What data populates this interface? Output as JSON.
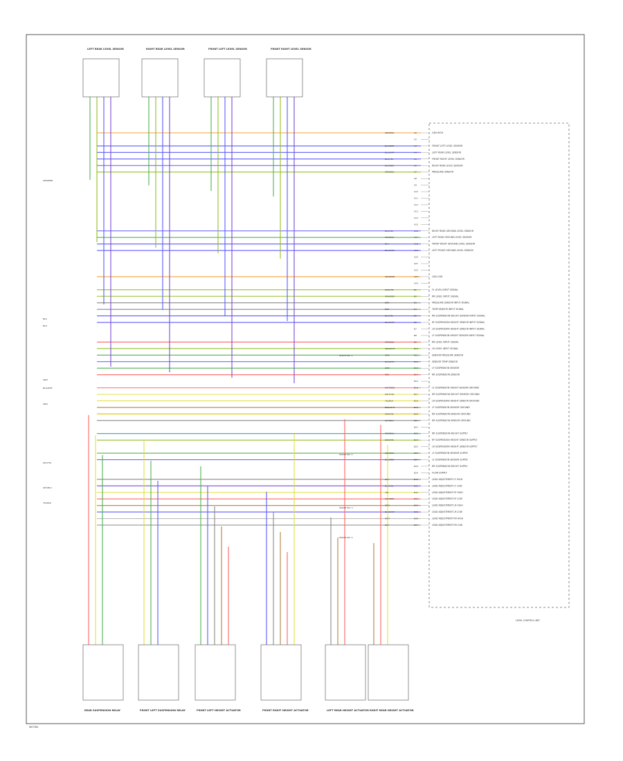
{
  "diagram": {
    "footer_code": "W07384",
    "module": {
      "name": "LEVEL CONTROL UNIT"
    },
    "top_components": [
      {
        "name": "LEFT REAR LEVEL SENSOR"
      },
      {
        "name": "RIGHT REAR LEVEL SENSOR"
      },
      {
        "name": "FRONT LEFT LEVEL SENSOR"
      },
      {
        "name": "FRONT RIGHT LEVEL SENSOR"
      }
    ],
    "bottom_components": [
      {
        "name": "REAR SUSPENSION RELAY"
      },
      {
        "name": "FRONT LEFT SUSPENSION RELAY"
      },
      {
        "name": "FRONT LEFT HEIGHT ACTUATOR"
      },
      {
        "name": "FRONT RIGHT HEIGHT ACTUATOR"
      },
      {
        "name": "LEFT REAR HEIGHT ACTUATOR"
      },
      {
        "name": "RIGHT REAR HEIGHT ACTUATOR"
      }
    ],
    "ecu_pins": [
      {
        "pin": "A1",
        "wire": "GRN/BLK",
        "function": "CAN HIGH",
        "color": "#f0a030"
      },
      {
        "pin": "A2",
        "wire": "",
        "function": "",
        "color": ""
      },
      {
        "pin": "A3",
        "wire": "BLU/BRN",
        "function": "FRONT LEFT LEVEL SENSOR",
        "color": "#5a5aff"
      },
      {
        "pin": "A4",
        "wire": "BLU/WHT",
        "function": "LEFT REAR LEVEL SENSOR",
        "color": "#5a5aff"
      },
      {
        "pin": "A5",
        "wire": "BLU/YEL",
        "function": "FRONT RIGHT LEVEL SENSOR",
        "color": "#5a5aff"
      },
      {
        "pin": "A6",
        "wire": "BLU/RED",
        "function": "RIGHT REAR LEVEL SENSOR",
        "color": "#5a5aff"
      },
      {
        "pin": "A7",
        "wire": "GRN/BLK",
        "function": "PRESSURE SENSOR",
        "color": "#90c020"
      },
      {
        "pin": "A8",
        "wire": "",
        "function": "",
        "color": ""
      },
      {
        "pin": "A9",
        "wire": "",
        "function": "",
        "color": ""
      },
      {
        "pin": "A10",
        "wire": "",
        "function": "",
        "color": ""
      },
      {
        "pin": "A11",
        "wire": "",
        "function": "",
        "color": ""
      },
      {
        "pin": "A12",
        "wire": "",
        "function": "",
        "color": ""
      },
      {
        "pin": "A13",
        "wire": "",
        "function": "",
        "color": ""
      },
      {
        "pin": "A14",
        "wire": "",
        "function": "",
        "color": ""
      },
      {
        "pin": "A15",
        "wire": "",
        "function": "",
        "color": ""
      },
      {
        "pin": "A16",
        "wire": "BLU/YEL",
        "function": "RIGHT REAR GROUND LEVEL SENSOR",
        "color": "#5a5aff"
      },
      {
        "pin": "A17",
        "wire": "GRN/BLU",
        "function": "LEFT REAR GROUND LEVEL SENSOR",
        "color": "#50b050"
      },
      {
        "pin": "A18",
        "wire": "BLU",
        "function": "FRONT RIGHT GROUND LEVEL SENSOR",
        "color": "#5a5aff"
      },
      {
        "pin": "A19",
        "wire": "BLU/WHT",
        "function": "LEFT FRONT GROUND LEVEL SENSOR",
        "color": "#5a5aff"
      },
      {
        "pin": "A20",
        "wire": "",
        "function": "",
        "color": ""
      },
      {
        "pin": "A21",
        "wire": "",
        "function": "",
        "color": ""
      },
      {
        "pin": "A22",
        "wire": "",
        "function": "",
        "color": ""
      },
      {
        "pin": "A23",
        "wire": "GRN/BRN",
        "function": "CAN LOW",
        "color": "#f0a030"
      },
      {
        "pin": "A24",
        "wire": "",
        "function": "",
        "color": ""
      },
      {
        "pin": "B1",
        "wire": "GRN/YEL",
        "function": "FL LEVEL INPUT SIGNAL",
        "color": "#90c020"
      },
      {
        "pin": "B2",
        "wire": "GRN/RED",
        "function": "RR LEVEL INPUT SIGNAL",
        "color": "#90c020"
      },
      {
        "pin": "B3",
        "wire": "BRN",
        "function": "PRESSURE SENSOR INPUT SIGNAL",
        "color": "#888888"
      },
      {
        "pin": "B4",
        "wire": "BRN",
        "function": "TEMP SENSOR INPUT SIGNAL",
        "color": "#888888"
      },
      {
        "pin": "B5",
        "wire": "BLU/YEL",
        "function": "RR SUSPENSION HEIGHT SENSOR INPUT SIGNAL",
        "color": "#5a5aff"
      },
      {
        "pin": "B6",
        "wire": "BLU/WHT",
        "function": "RF SUSPENSION HEIGHT SENSOR INPUT SIGNAL",
        "color": "#5a5aff"
      },
      {
        "pin": "B7",
        "wire": "",
        "function": "LR SUSPENSION HEIGHT SENSOR INPUT SIGNAL",
        "color": ""
      },
      {
        "pin": "B8",
        "wire": "",
        "function": "LF SUSPENSION HEIGHT SENSOR INPUT SIGNAL",
        "color": ""
      },
      {
        "pin": "B9",
        "wire": "GRN/BLK",
        "function": "RR LEVEL INPUT SIGNAL",
        "color": "#ff6060"
      },
      {
        "pin": "B10",
        "wire": "GRN/WHT",
        "function": "LR LEVEL INPUT SIGNAL",
        "color": "#90c020"
      },
      {
        "pin": "B11",
        "wire": "GRN",
        "function": "SENSOR PRESSURE SENSOR",
        "color": "#50b050"
      },
      {
        "pin": "B12",
        "wire": "BLU/WHT",
        "function": "SENSOR TEMP SENSOR",
        "color": "#5a5aff"
      },
      {
        "pin": "B13",
        "wire": "GRN",
        "function": "LF SUSPENSION SENSOR",
        "color": "#50b050"
      },
      {
        "pin": "B14",
        "wire": "RED",
        "function": "RR SUSPENSION SENSOR",
        "color": "#ff6060"
      },
      {
        "pin": "B15",
        "wire": "",
        "function": "",
        "color": ""
      },
      {
        "pin": "B16",
        "wire": "WHT/RED",
        "function": "LF SUSPENSION HEIGHT SENSOR GROUND",
        "color": "#ff8080"
      },
      {
        "pin": "B17",
        "wire": "WHT/YEL",
        "function": "RR SUSPENSION HEIGHT SENSOR GROUND",
        "color": "#e0e040"
      },
      {
        "pin": "B18",
        "wire": "YEL/BLK",
        "function": "LR SUSPENSION HEIGHT SENSOR GROUND",
        "color": "#e0e040"
      },
      {
        "pin": "B19",
        "wire": "BRN/WHT",
        "function": "LF SUSPENSION SENSOR GROUND",
        "color": "#b08040"
      },
      {
        "pin": "B20",
        "wire": "GRN/YEL",
        "function": "RR SUSPENSION SENSOR GROUND",
        "color": "#e0c000"
      },
      {
        "pin": "B21",
        "wire": "GRY/BLU",
        "function": "RR SUSPENSION SENSOR GROUND",
        "color": "#888888"
      },
      {
        "pin": "B22",
        "wire": "",
        "function": "",
        "color": ""
      },
      {
        "pin": "B23",
        "wire": "GRN/BLU",
        "function": "RR SUSPENSION HEIGHT SUPPLY",
        "color": "#40a0a0"
      },
      {
        "pin": "B24",
        "wire": "GRN/YEL",
        "function": "RF SUSPENSION HEIGHT SENSOR SUPPLY",
        "color": "#90c020"
      },
      {
        "pin": "B25",
        "wire": "",
        "function": "LR SUSPENSION HEIGHT SENSOR SUPPLY",
        "color": ""
      },
      {
        "pin": "B26",
        "wire": "GRN/BLU",
        "function": "LF SUSPENSION SENSOR SUPPLY",
        "color": "#50b050"
      },
      {
        "pin": "B27",
        "wire": "BLU/RED",
        "function": "LF SUSPENSION SENSOR SUPPLY",
        "color": "#5a5aff"
      },
      {
        "pin": "B28",
        "wire": "",
        "function": "RR SUSPENSION HEIGHT SUPPLY",
        "color": ""
      },
      {
        "pin": "B29",
        "wire": "",
        "function": "FLOW SUPPLY",
        "color": ""
      },
      {
        "pin": "B30",
        "wire": "GRY",
        "function": "LEAD ADJUSTMENT LF HIGH",
        "color": "#888888"
      },
      {
        "pin": "B31",
        "wire": "BLU/VIO",
        "function": "LEAD ADJUSTMENT LF LOW",
        "color": "#7a4ad0"
      },
      {
        "pin": "B32",
        "wire": "YEL",
        "function": "LEAD ADJUSTMENT RF HIGH",
        "color": "#e0e040"
      },
      {
        "pin": "B33",
        "wire": "GRY/RED",
        "function": "LEAD ADJUSTMENT RF LOW",
        "color": "#ff6060"
      },
      {
        "pin": "B34",
        "wire": "GRN",
        "function": "LEAD ADJUSTMENT LR HIGH",
        "color": "#b08040"
      },
      {
        "pin": "B35",
        "wire": "BLU/WHT",
        "function": "LEAD ADJUSTMENT LR LOW",
        "color": "#5a5aff"
      },
      {
        "pin": "B36",
        "wire": "WHT",
        "function": "LEAD ADJUSTMENT RR HIGH",
        "color": "#bbbbbb"
      },
      {
        "pin": "B37",
        "wire": "GRY",
        "function": "LEAD ADJUSTMENT RR LOW",
        "color": "#888888"
      }
    ],
    "left_wire_labels": [
      {
        "label": "GRN/BRN"
      },
      {
        "label": "BLK"
      },
      {
        "label": "BLK"
      },
      {
        "label": "GRN"
      },
      {
        "label": "BLU/WHT"
      },
      {
        "label": "GRN"
      },
      {
        "label": "GRY/YEL"
      },
      {
        "label": "GRY/BLU"
      },
      {
        "label": "YEL/BLK"
      }
    ],
    "splice_labels": [
      {
        "label": "SPLICE NO. 1"
      },
      {
        "label": "SPLICE NO. 2"
      },
      {
        "label": "SPLICE NO. 3"
      },
      {
        "label": "SPLICE NO. 4"
      }
    ]
  }
}
